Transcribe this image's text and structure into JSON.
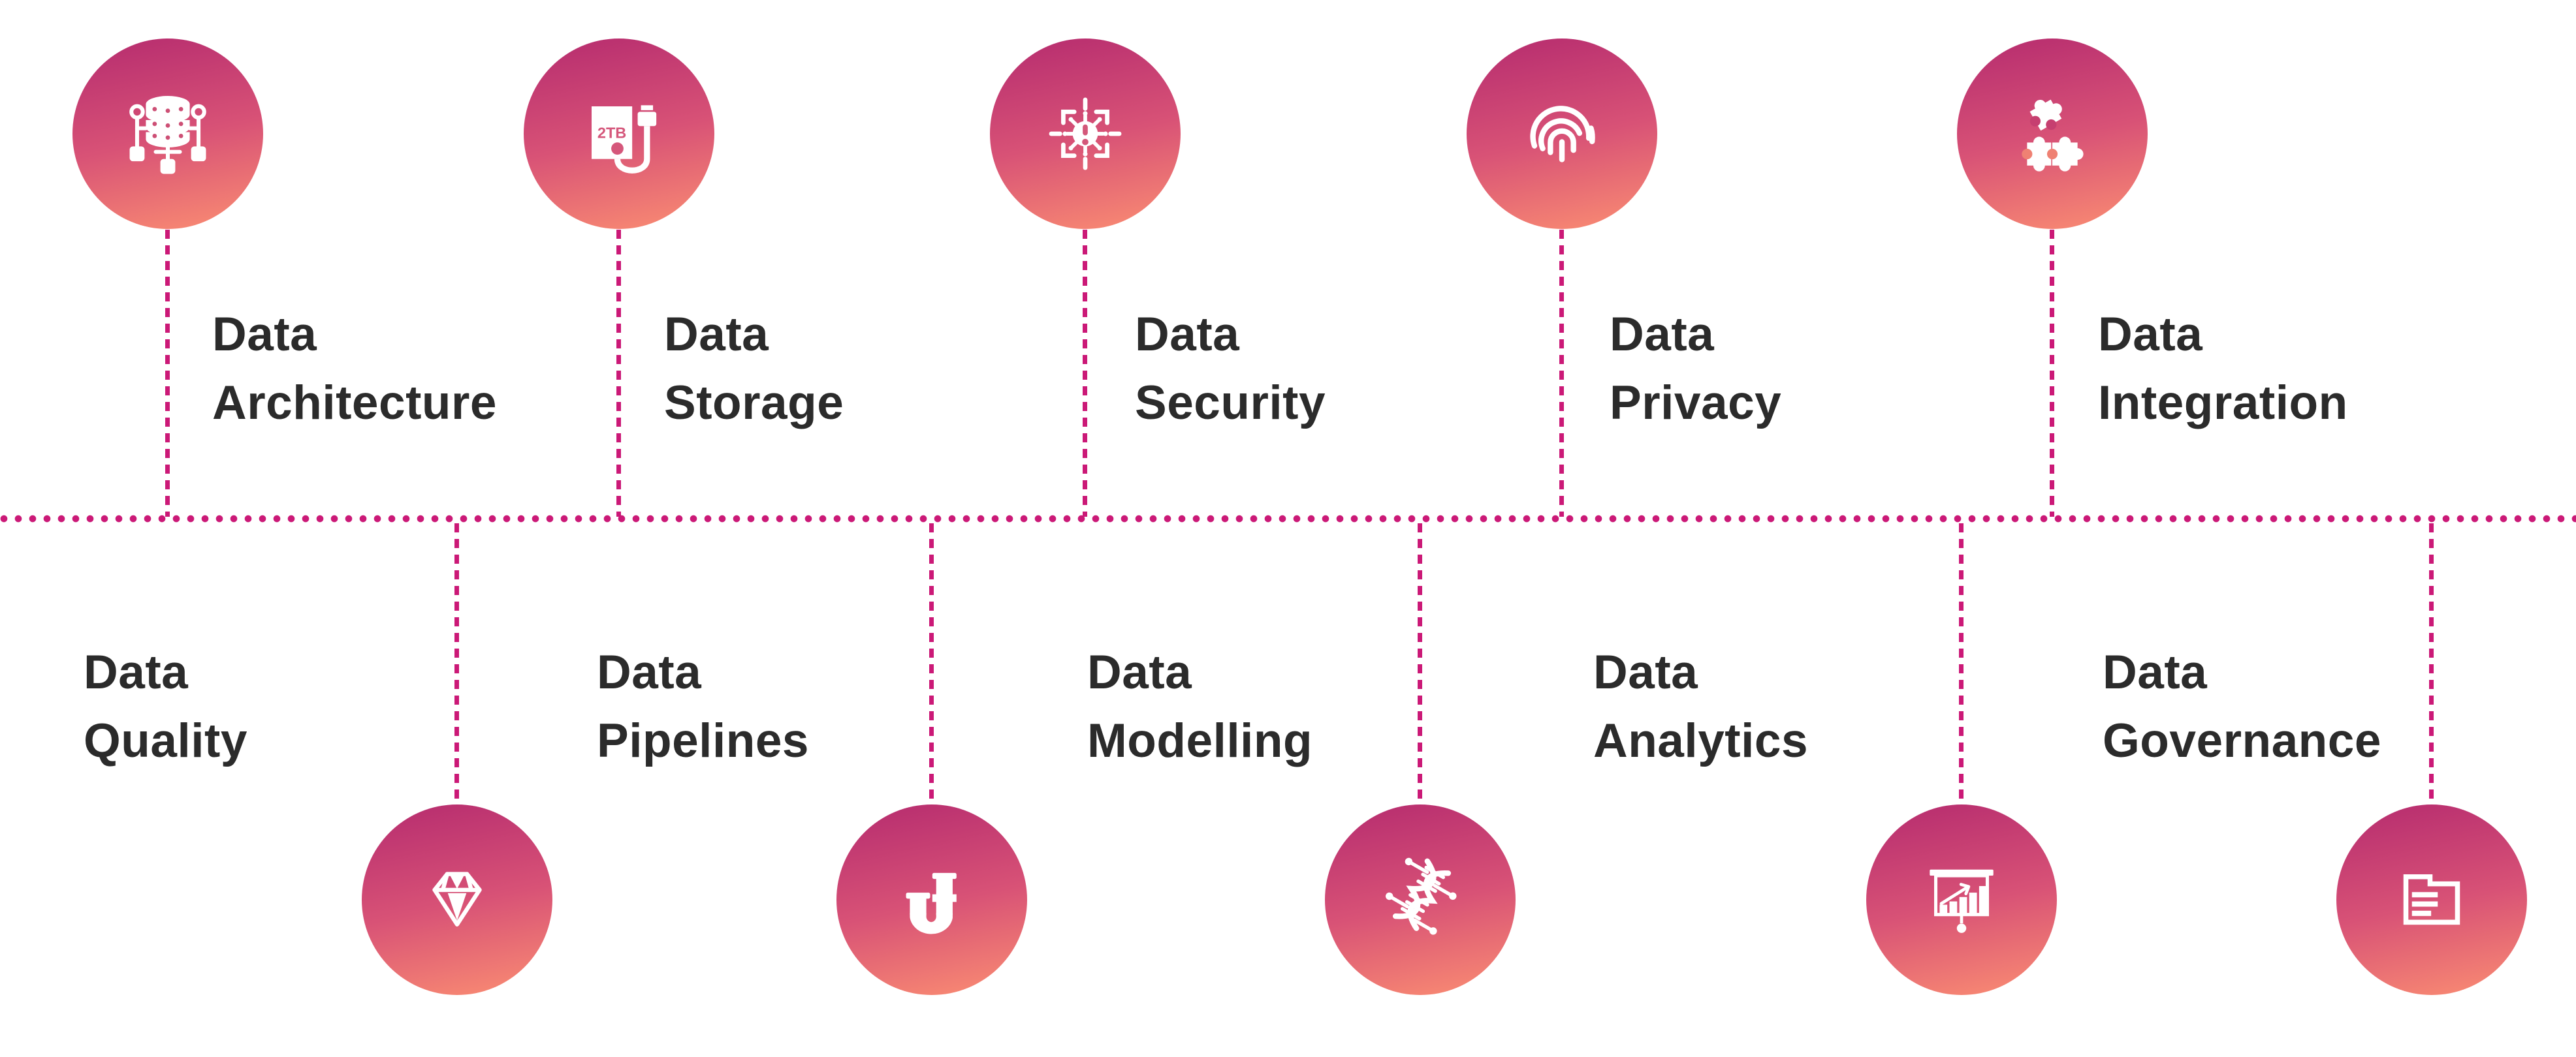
{
  "diagram": {
    "colors": {
      "accent_magenta": "#cb1977",
      "circle_gradient_top": "#b52b6f",
      "circle_gradient_bottom": "#fb8e72",
      "text": "#2b2b2b"
    },
    "top_items": [
      {
        "label_line1": "Data",
        "label_line2": "Architecture",
        "icon": "database-network-icon"
      },
      {
        "label_line1": "Data",
        "label_line2": "Storage",
        "icon": "hard-drive-icon",
        "icon_text": "2TB"
      },
      {
        "label_line1": "Data",
        "label_line2": "Security",
        "icon": "virus-target-icon"
      },
      {
        "label_line1": "Data",
        "label_line2": "Privacy",
        "icon": "fingerprint-icon"
      },
      {
        "label_line1": "Data",
        "label_line2": "Integration",
        "icon": "puzzle-pieces-icon"
      }
    ],
    "bottom_items": [
      {
        "label_line1": "Data",
        "label_line2": "Quality",
        "icon": "diamond-icon"
      },
      {
        "label_line1": "Data",
        "label_line2": "Pipelines",
        "icon": "pipe-icon"
      },
      {
        "label_line1": "Data",
        "label_line2": "Modelling",
        "icon": "dna-icon"
      },
      {
        "label_line1": "Data",
        "label_line2": "Analytics",
        "icon": "presentation-chart-icon"
      },
      {
        "label_line1": "Data",
        "label_line2": "Governance",
        "icon": "folder-document-icon"
      }
    ]
  }
}
